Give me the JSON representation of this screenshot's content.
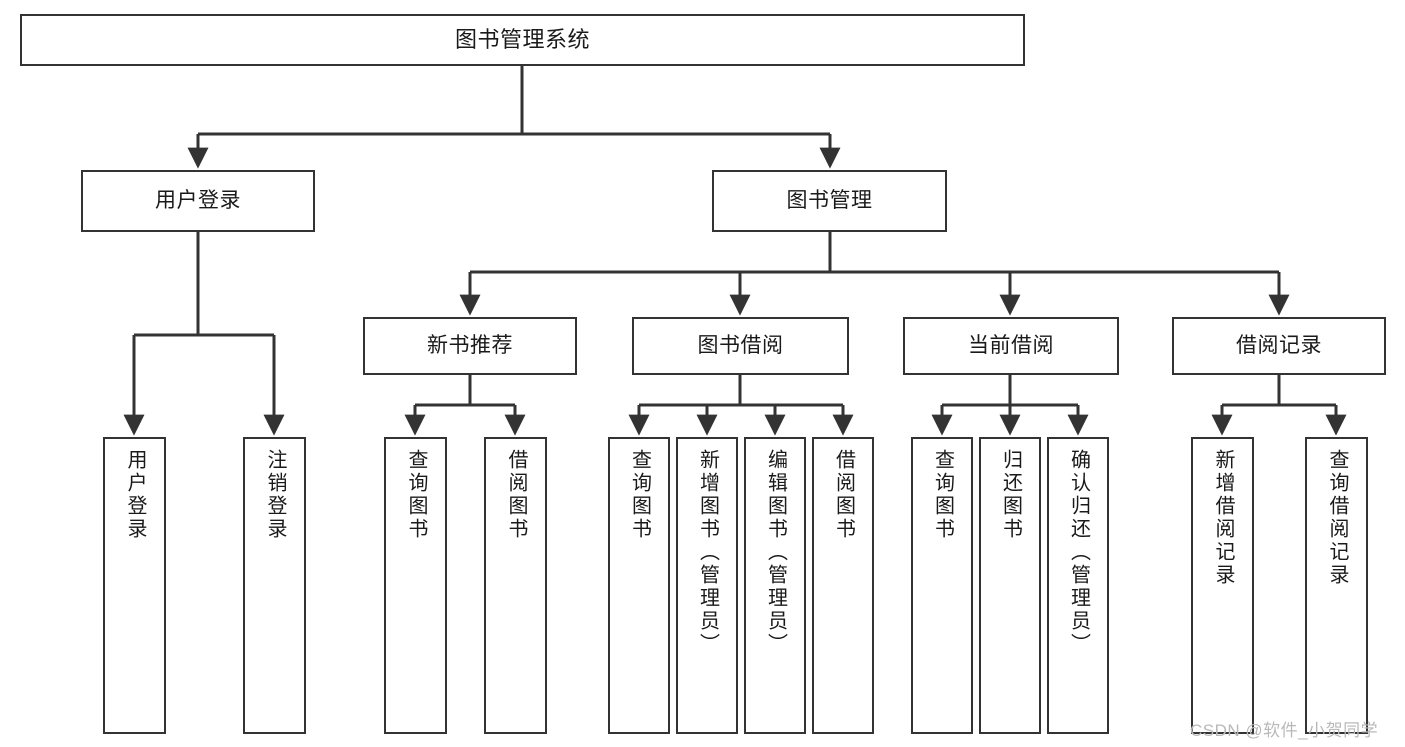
{
  "diagram": {
    "type": "tree",
    "title": "图书管理系统",
    "watermark": "CSDN @软件_小贺同学",
    "colors": {
      "node_border": "#333333",
      "node_fill": "#ffffff",
      "edge": "#333333",
      "text": "#1a1a1a",
      "watermark": "#b9b9b9",
      "background": "#ffffff"
    },
    "nodes": {
      "root": {
        "label": "图书管理系统"
      },
      "level2": [
        {
          "id": "user_login",
          "label": "用户登录"
        },
        {
          "id": "book_manage",
          "label": "图书管理"
        }
      ],
      "level3": [
        {
          "id": "new_book_rec",
          "label": "新书推荐",
          "parent": "book_manage"
        },
        {
          "id": "book_borrow",
          "label": "图书借阅",
          "parent": "book_manage"
        },
        {
          "id": "current_borrow",
          "label": "当前借阅",
          "parent": "book_manage"
        },
        {
          "id": "borrow_record",
          "label": "借阅记录",
          "parent": "book_manage"
        }
      ],
      "leaves": [
        {
          "id": "leaf_user_login",
          "label": "用户登录",
          "parent": "user_login"
        },
        {
          "id": "leaf_user_logout",
          "label": "注销登录",
          "parent": "user_login"
        },
        {
          "id": "leaf_query_book_1",
          "label": "查询图书",
          "parent": "new_book_rec"
        },
        {
          "id": "leaf_borrow_book_1",
          "label": "借阅图书",
          "parent": "new_book_rec"
        },
        {
          "id": "leaf_query_book_2",
          "label": "查询图书",
          "parent": "book_borrow"
        },
        {
          "id": "leaf_add_book",
          "label": "新增图书（管理员）",
          "parent": "book_borrow"
        },
        {
          "id": "leaf_edit_book",
          "label": "编辑图书（管理员）",
          "parent": "book_borrow"
        },
        {
          "id": "leaf_borrow_book_2",
          "label": "借阅图书",
          "parent": "book_borrow"
        },
        {
          "id": "leaf_query_book_3",
          "label": "查询图书",
          "parent": "current_borrow"
        },
        {
          "id": "leaf_return_book",
          "label": "归还图书",
          "parent": "current_borrow"
        },
        {
          "id": "leaf_confirm_return",
          "label": "确认归还（管理员）",
          "parent": "current_borrow"
        },
        {
          "id": "leaf_add_record",
          "label": "新增借阅记录",
          "parent": "borrow_record"
        },
        {
          "id": "leaf_query_record",
          "label": "查询借阅记录",
          "parent": "borrow_record"
        }
      ]
    }
  }
}
